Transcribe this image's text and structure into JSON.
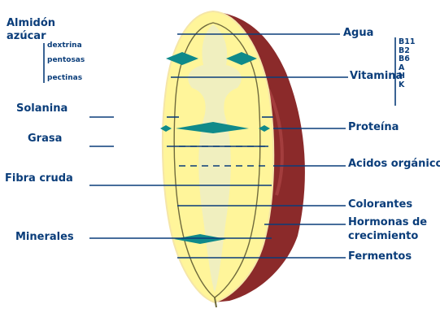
{
  "left_labels": {
    "almidon": "Almidón",
    "azucar": "azúcar",
    "dextrina": "dextrina",
    "pentosas": "pentosas",
    "pectinas": "pectinas",
    "solanina": "Solanina",
    "grasa": "Grasa",
    "fibra_cruda": "Fibra cruda",
    "minerales": "Minerales"
  },
  "right_labels": {
    "agua": "Agua",
    "vitamina": "Vitamina",
    "proteina": "Proteína",
    "acidos_organicos": "Acidos orgánicos",
    "colorantes": "Colorantes",
    "hormonas_line1": "Hormonas de",
    "hormonas_line2": "crecimiento",
    "fermentos": "Fermentos"
  },
  "vitamins": [
    "B11",
    "B2",
    "B6",
    "A",
    "H",
    "K"
  ],
  "colors": {
    "label_text": "#0a3d7a",
    "line": "#0a3d7a",
    "flesh": "#fff59a",
    "core": "#f0efbf",
    "skin": "#8b2a2a",
    "diamond": "#0f8a8a"
  }
}
